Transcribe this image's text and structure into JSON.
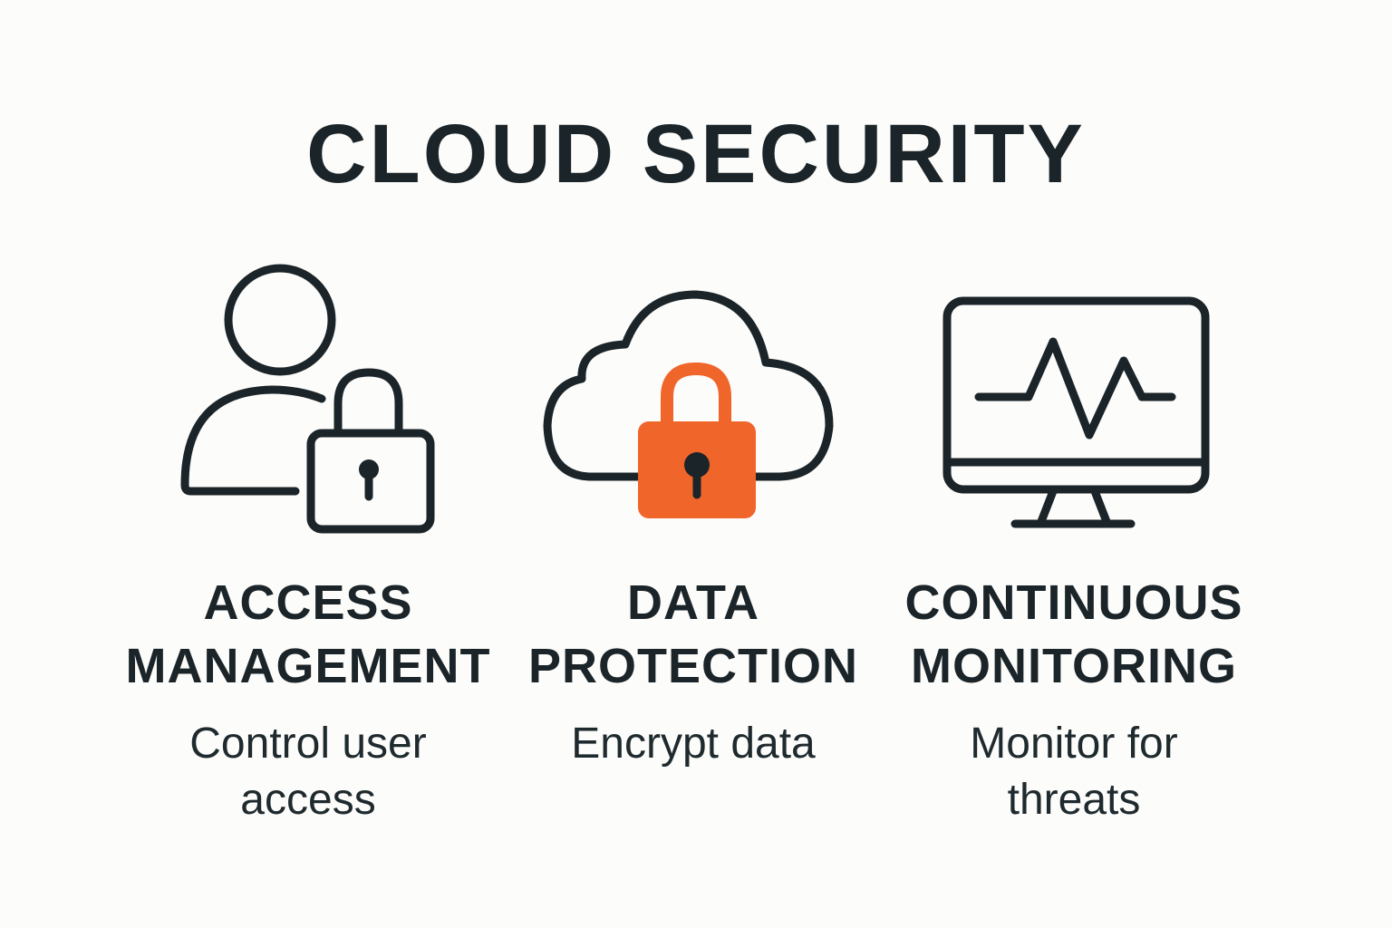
{
  "title": "CLOUD SECURITY",
  "colors": {
    "ink": "#1b2428",
    "accent": "#f0652a"
  },
  "features": [
    {
      "icon": "user-lock-icon",
      "heading_line1": "ACCESS",
      "heading_line2": "MANAGEMENT",
      "desc_line1": "Control user",
      "desc_line2": "access"
    },
    {
      "icon": "cloud-lock-icon",
      "heading_line1": "DATA",
      "heading_line2": "PROTECTION",
      "desc_line1": "Encrypt data",
      "desc_line2": ""
    },
    {
      "icon": "monitor-pulse-icon",
      "heading_line1": "CONTINUOUS",
      "heading_line2": "MONITORING",
      "desc_line1": "Monitor for",
      "desc_line2": "threats"
    }
  ]
}
